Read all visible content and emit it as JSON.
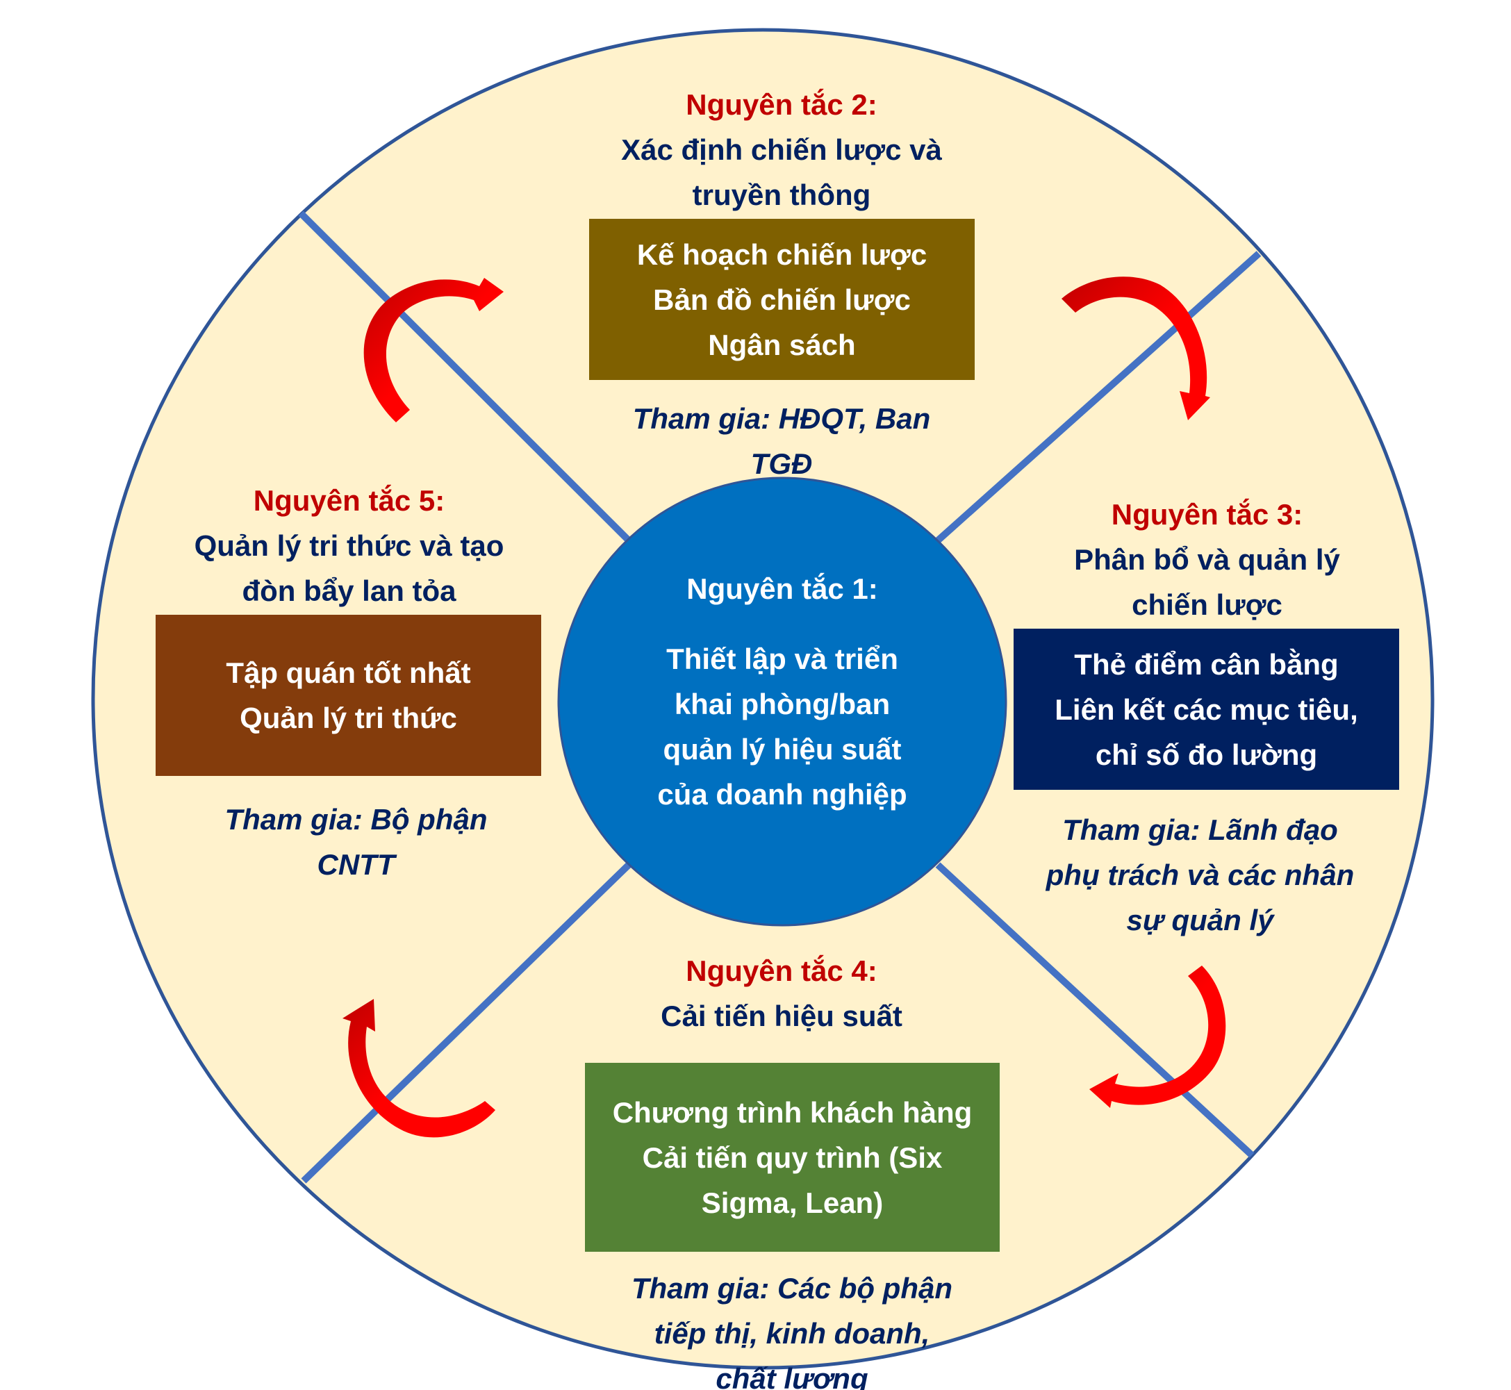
{
  "colors": {
    "background": "#FFF2CC",
    "outer_circle_stroke": "#2F5597",
    "divider": "#4472C4",
    "center_circle": "#0070C0",
    "title_red": "#C00000",
    "text_navy": "#002060",
    "arrow_red": "#FF0000",
    "box_principle2": "#7F6000",
    "box_principle3": "#002060",
    "box_principle4": "#548235",
    "box_principle5": "#843C0C"
  },
  "center": {
    "title": "Nguyên tắc 1:",
    "lines": [
      "Thiết lập và triển",
      "khai phòng/ban",
      "quản lý hiệu suất",
      "của doanh nghiệp"
    ]
  },
  "principles": [
    {
      "id": "p2",
      "position": "top",
      "title": "Nguyên tắc 2:",
      "subtitle_lines": [
        "Xác định chiến lược và",
        "truyền thông"
      ],
      "box_lines": [
        "Kế hoạch chiến lược",
        "Bản đồ chiến lược",
        "Ngân sách"
      ],
      "participants_lines": [
        "Tham gia: HĐQT, Ban",
        "TGĐ"
      ]
    },
    {
      "id": "p3",
      "position": "right",
      "title": "Nguyên tắc 3:",
      "subtitle_lines": [
        "Phân bổ và quản lý",
        "chiến lược"
      ],
      "box_lines": [
        "Thẻ điểm cân bằng",
        "Liên kết các mục tiêu,",
        "chỉ số đo lường"
      ],
      "participants_lines": [
        "Tham gia: Lãnh đạo",
        "phụ trách và các nhân",
        "sự quản lý"
      ]
    },
    {
      "id": "p4",
      "position": "bottom",
      "title": "Nguyên tắc 4:",
      "subtitle_lines": [
        "Cải tiến hiệu suất"
      ],
      "box_lines": [
        "Chương trình khách hàng",
        "Cải tiến quy trình (Six",
        "Sigma, Lean)"
      ],
      "participants_lines": [
        "Tham gia: Các bộ phận",
        "tiếp thị, kinh doanh,",
        "chất lượng"
      ]
    },
    {
      "id": "p5",
      "position": "left",
      "title": "Nguyên tắc 5:",
      "subtitle_lines": [
        "Quản lý tri thức và tạo",
        "đòn bẩy lan tỏa"
      ],
      "box_lines": [
        "Tập quán tốt nhất",
        "Quản lý tri thức"
      ],
      "participants_lines": [
        "Tham gia: Bộ phận",
        "CNTT"
      ]
    }
  ],
  "arrows": [
    {
      "name": "arrow-p5-to-p2",
      "direction": "clockwise",
      "icon": "curved-arrow-icon"
    },
    {
      "name": "arrow-p2-to-p3",
      "direction": "clockwise",
      "icon": "curved-arrow-icon"
    },
    {
      "name": "arrow-p3-to-p4",
      "direction": "clockwise",
      "icon": "curved-arrow-icon"
    },
    {
      "name": "arrow-p4-to-p5",
      "direction": "clockwise",
      "icon": "curved-arrow-icon"
    }
  ]
}
